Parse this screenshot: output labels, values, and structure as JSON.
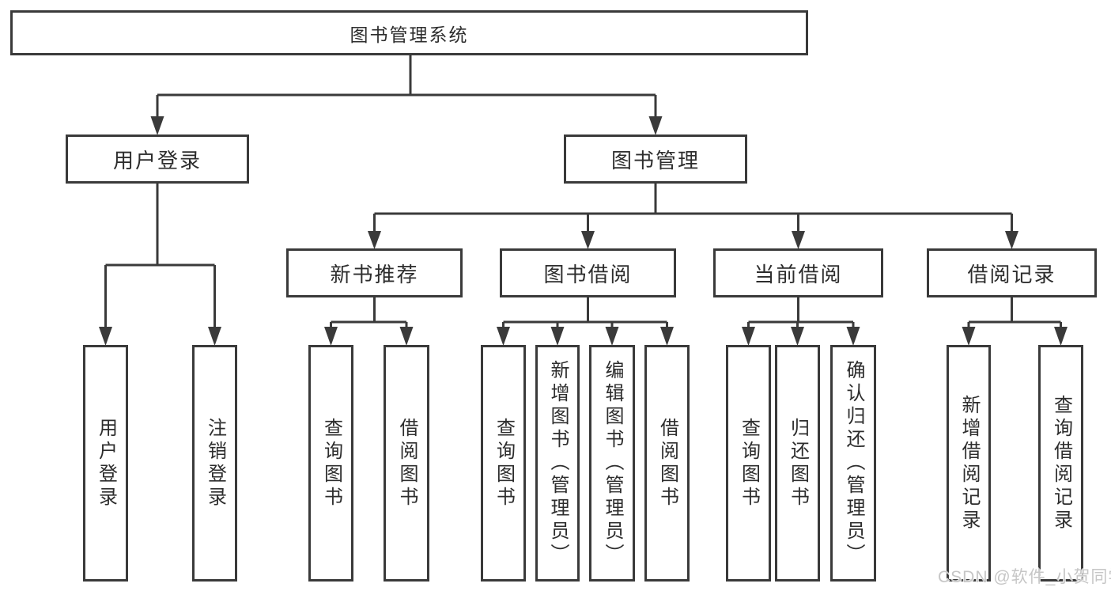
{
  "colors": {
    "line": "#3a3a3a",
    "box_border": "#3a3a3a",
    "text": "#2d2d2d",
    "background": "#ffffff",
    "watermark": "#c6c6c6"
  },
  "watermark": {
    "text": "CSDN @软件_小贺同学"
  },
  "tree": {
    "label": "图书管理系统",
    "children": [
      {
        "label": "用户登录",
        "children": [
          {
            "label": "用户登录"
          },
          {
            "label": "注销登录"
          }
        ]
      },
      {
        "label": "图书管理",
        "children": [
          {
            "label": "新书推荐",
            "children": [
              {
                "label": "查询图书"
              },
              {
                "label": "借阅图书"
              }
            ]
          },
          {
            "label": "图书借阅",
            "children": [
              {
                "label": "查询图书"
              },
              {
                "label": "新增图书（管理员）"
              },
              {
                "label": "编辑图书（管理员）"
              },
              {
                "label": "借阅图书"
              }
            ]
          },
          {
            "label": "当前借阅",
            "children": [
              {
                "label": "查询图书"
              },
              {
                "label": "归还图书"
              },
              {
                "label": "确认归还（管理员）"
              }
            ]
          },
          {
            "label": "借阅记录",
            "children": [
              {
                "label": "新增借阅记录"
              },
              {
                "label": "查询借阅记录"
              }
            ]
          }
        ]
      }
    ]
  }
}
